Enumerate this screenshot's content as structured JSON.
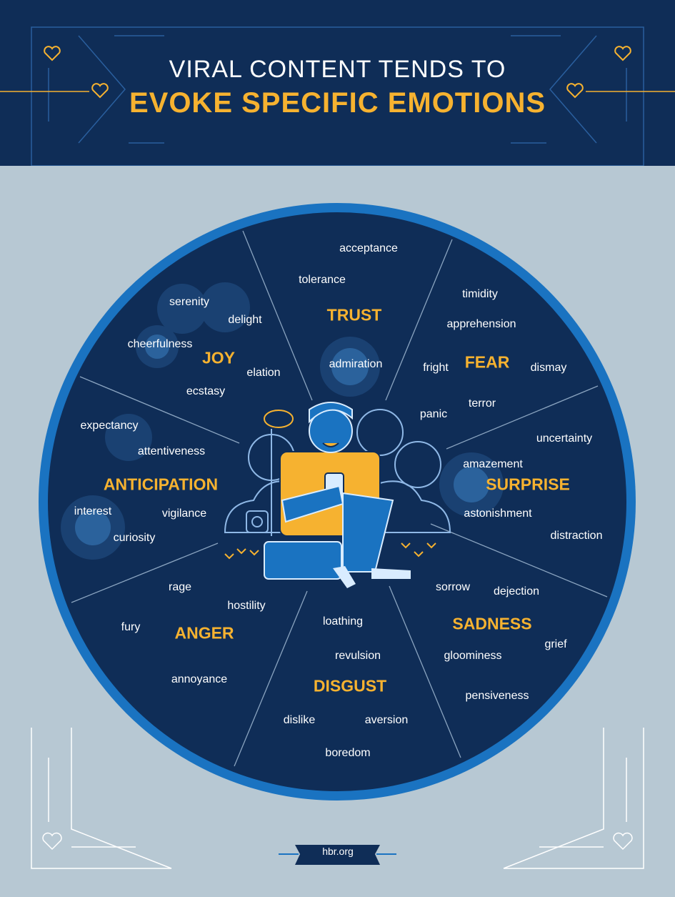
{
  "title": {
    "line1": "VIRAL CONTENT TENDS TO",
    "line2": "EVOKE SPECIFIC EMOTIONS"
  },
  "colors": {
    "header_bg": "#0f2d57",
    "page_bg": "#b7c8d3",
    "wheel_bg": "#0f2d57",
    "wheel_ring": "#1a73c1",
    "accent": "#f6b230",
    "text": "#ffffff"
  },
  "emotions": [
    {
      "name": "TRUST",
      "words": [
        "acceptance",
        "tolerance",
        "admiration"
      ]
    },
    {
      "name": "FEAR",
      "words": [
        "timidity",
        "apprehension",
        "fright",
        "dismay",
        "panic",
        "terror"
      ]
    },
    {
      "name": "SURPRISE",
      "words": [
        "uncertainty",
        "amazement",
        "astonishment",
        "distraction"
      ]
    },
    {
      "name": "SADNESS",
      "words": [
        "sorrow",
        "dejection",
        "grief",
        "gloominess",
        "pensiveness"
      ]
    },
    {
      "name": "DISGUST",
      "words": [
        "loathing",
        "revulsion",
        "dislike",
        "aversion",
        "boredom"
      ]
    },
    {
      "name": "ANGER",
      "words": [
        "rage",
        "hostility",
        "fury",
        "annoyance"
      ]
    },
    {
      "name": "ANTICIPATION",
      "words": [
        "expectancy",
        "attentiveness",
        "interest",
        "vigilance",
        "curiosity"
      ]
    },
    {
      "name": "JOY",
      "words": [
        "serenity",
        "delight",
        "cheerfulness",
        "elation",
        "ecstasy"
      ]
    }
  ],
  "footer": {
    "label": "hbr.org"
  }
}
